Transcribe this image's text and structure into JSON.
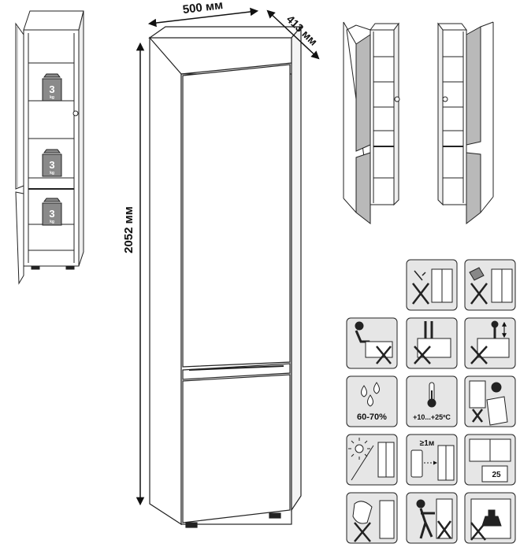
{
  "dimensions": {
    "width": "500 мм",
    "depth": "413 мм",
    "height": "2052 мм"
  },
  "load_badges": [
    {
      "value": "3",
      "unit": "kg"
    },
    {
      "value": "3",
      "unit": "kg"
    },
    {
      "value": "3",
      "unit": "kg"
    }
  ],
  "care_icons": {
    "humidity": "60-70%",
    "temperature": "+10...+25ºC",
    "distance": "≥1м",
    "max_load": "25"
  },
  "colors": {
    "line": "#222222",
    "panel_grey": "#b9b9b9",
    "tile_bg": "#e6e6e6",
    "badge_grey": "#8a8a8a"
  },
  "icon_names": [
    "no-water-spray-icon",
    "no-liquid-spill-icon",
    "no-sitting-icon",
    "no-standing-icon",
    "no-climbing-icon",
    "humidity-icon",
    "temperature-icon",
    "hinge-adjust-icon",
    "no-direct-sun-icon",
    "heater-distance-icon",
    "max-load-icon",
    "no-abrasive-icon",
    "no-pushing-icon",
    "no-heavy-items-icon"
  ]
}
